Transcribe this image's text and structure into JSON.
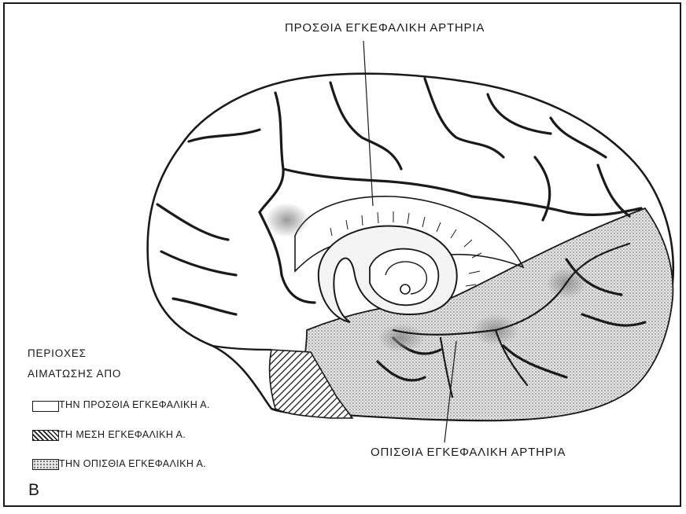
{
  "labels": {
    "anterior_artery": "ΠΡΟΣΘΙΑ ΕΓΚΕΦΑΛΙΚΗ ΑΡΤΗΡΙΑ",
    "posterior_artery": "ΟΠΙΣΘΙΑ ΕΓΚΕΦΑΛΙΚΗ ΑΡΤΗΡΙΑ",
    "panel_letter": "Β"
  },
  "legend": {
    "title_line1": "ΠΕΡΙΟΧΕΣ",
    "title_line2": "ΑΙΜΑΤΩΣΗΣ ΑΠΟ",
    "items": [
      {
        "label": "ΤΗΝ ΠΡΟΣΘΙΑ ΕΓΚΕΦΑΛΙΚΗ Α.",
        "pattern": "blank"
      },
      {
        "label": "ΤΗ ΜΕΣΗ ΕΓΚΕΦΑΛΙΚΗ Α.",
        "pattern": "hatched"
      },
      {
        "label": "ΤΗΝ ΟΠΙΣΘΙΑ ΕΓΚΕΦΑΛΙΚΗ Α.",
        "pattern": "dotted"
      }
    ]
  },
  "colors": {
    "line": "#1a1a1a",
    "posterior_fill": "#e6e6e6",
    "vessel_shade": "#8a8a8a"
  }
}
